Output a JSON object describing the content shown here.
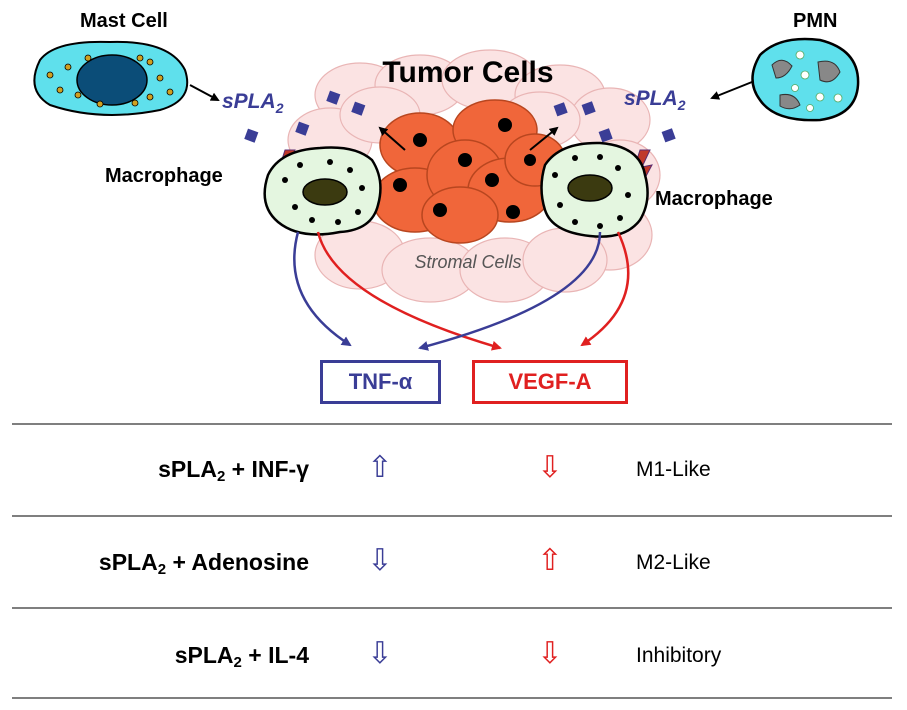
{
  "title": "Tumor Cells",
  "stromal": "Stromal Cells",
  "mast_cell": "Mast Cell",
  "pmn": "PMN",
  "macrophage_left": "Macrophage",
  "macrophage_right": "Macrophage",
  "spla2_left": {
    "main": "sPLA",
    "sub": "2"
  },
  "spla2_right": {
    "main": "sPLA",
    "sub": "2"
  },
  "tnf": "TNF-α",
  "vegf": "VEGF-A",
  "colors": {
    "blue": "#3a3d96",
    "red": "#e02020",
    "tumor": "#f0663a",
    "stroma": "#f8d6d6",
    "cyan": "#5fe0ec",
    "macrophage": "#e4f6e0"
  },
  "table": {
    "rows": [
      {
        "label_main": "sPLA",
        "label_sub": "2",
        "label_rest": " + INF-γ",
        "tnf": "⇧",
        "tnf_direction": "up",
        "vegf": "⇩",
        "vegf_direction": "down",
        "result": "M1-Like"
      },
      {
        "label_main": "sPLA",
        "label_sub": "2",
        "label_rest": " + Adenosine",
        "tnf": "⇩",
        "tnf_direction": "down",
        "vegf": "⇧",
        "vegf_direction": "up",
        "result": "M2-Like"
      },
      {
        "label_main": "sPLA",
        "label_sub": "2",
        "label_rest": " + IL-4",
        "tnf": "⇩",
        "tnf_direction": "down",
        "vegf": "⇩",
        "vegf_direction": "down",
        "result": "Inhibitory"
      }
    ]
  }
}
